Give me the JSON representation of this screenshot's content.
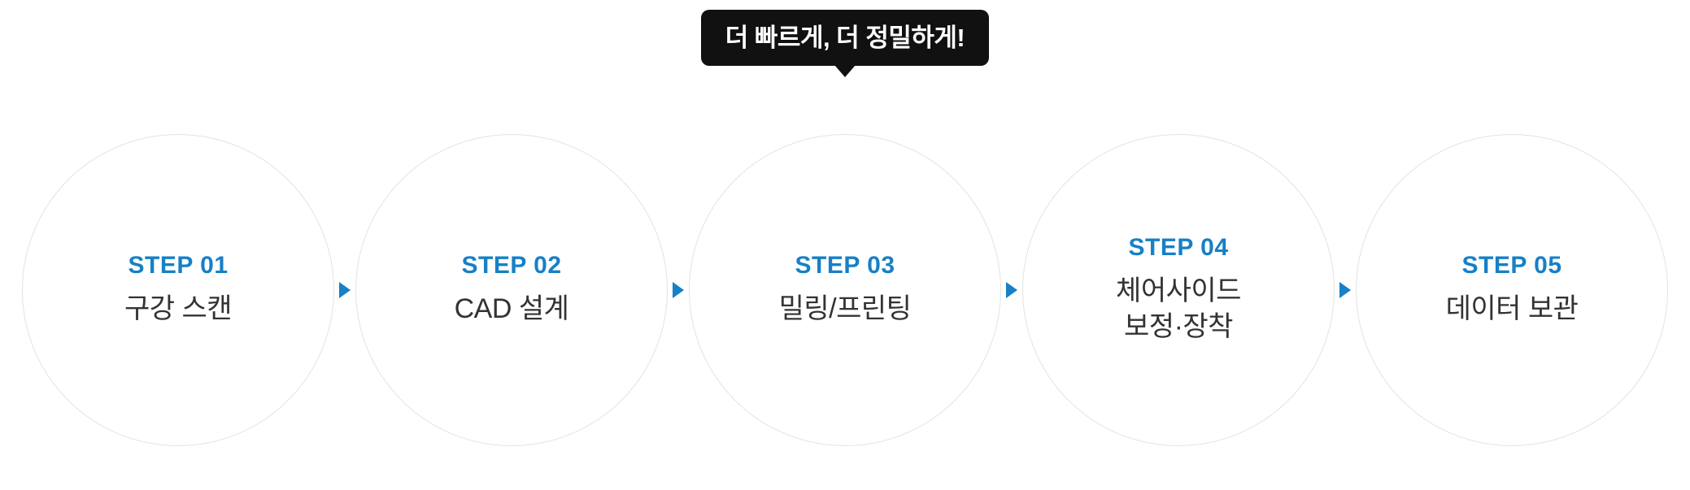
{
  "badge": {
    "text": "더 빠르게, 더 정밀하게!"
  },
  "steps": [
    {
      "label": "STEP 01",
      "title": "구강 스캔"
    },
    {
      "label": "STEP 02",
      "title": "CAD 설계"
    },
    {
      "label": "STEP 03",
      "title": "밀링/프린팅"
    },
    {
      "label": "STEP 04",
      "title": "체어사이드\n보정·장착"
    },
    {
      "label": "STEP 05",
      "title": "데이터 보관"
    }
  ],
  "icons": {
    "between_steps": "arrow-right-icon",
    "badge_pointer": "speech-tail-icon"
  },
  "colors": {
    "accent_blue": "#1780c6",
    "badge_bg": "#111111",
    "circle_border": "#e3e3e3",
    "title_text": "#333333"
  }
}
